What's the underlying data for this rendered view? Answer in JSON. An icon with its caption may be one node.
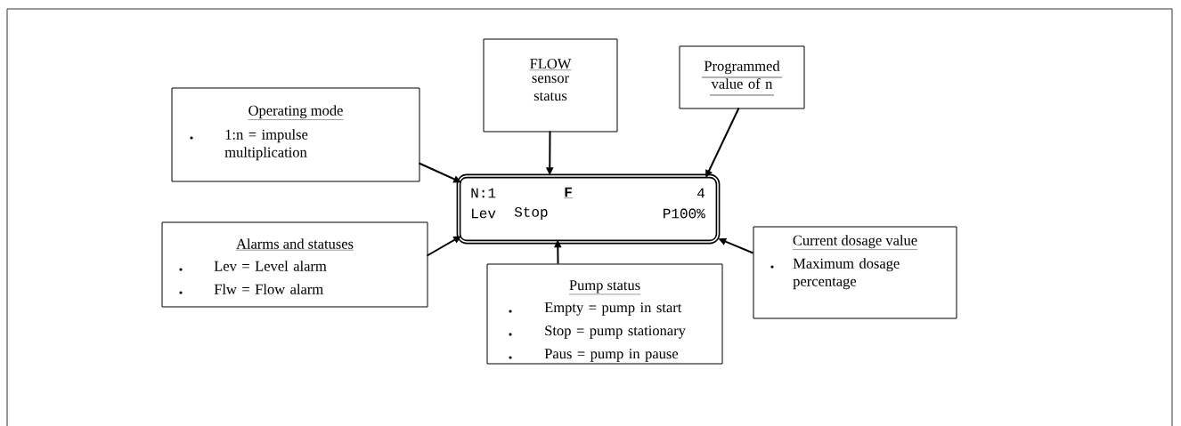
{
  "diagram": {
    "nodes": [
      {
        "text": [
          "Operating mode",
          "1:n = impulse multiplication"
        ]
      },
      {
        "text": [
          "FLOW",
          "sensor status"
        ]
      },
      {
        "text": [
          "Programmed value of n"
        ]
      },
      {
        "text": [
          "N:1",
          "F",
          "4",
          "Lev",
          "Stop",
          "P100%"
        ]
      },
      {
        "text": [
          "Alarms and statuses",
          "Lev = Level alarm",
          "Flw = Flow alarm"
        ]
      },
      {
        "text": [
          "Pump status",
          "Empty = pump in start",
          "Stop = pump stationary",
          "Paus = pump in pause"
        ]
      },
      {
        "text": [
          "Current dosage value",
          "Maximum dosage percentage"
        ]
      }
    ],
    "edges": [
      {
        "from": 0,
        "to": 3,
        "arrow": "to"
      },
      {
        "from": 1,
        "to": 3,
        "arrow": "to"
      },
      {
        "from": 2,
        "to": 3,
        "arrow": "to"
      },
      {
        "from": 4,
        "to": 3,
        "arrow": "to"
      },
      {
        "from": 5,
        "to": 3,
        "arrow": "to"
      },
      {
        "from": 6,
        "to": 3,
        "arrow": "to"
      }
    ]
  }
}
